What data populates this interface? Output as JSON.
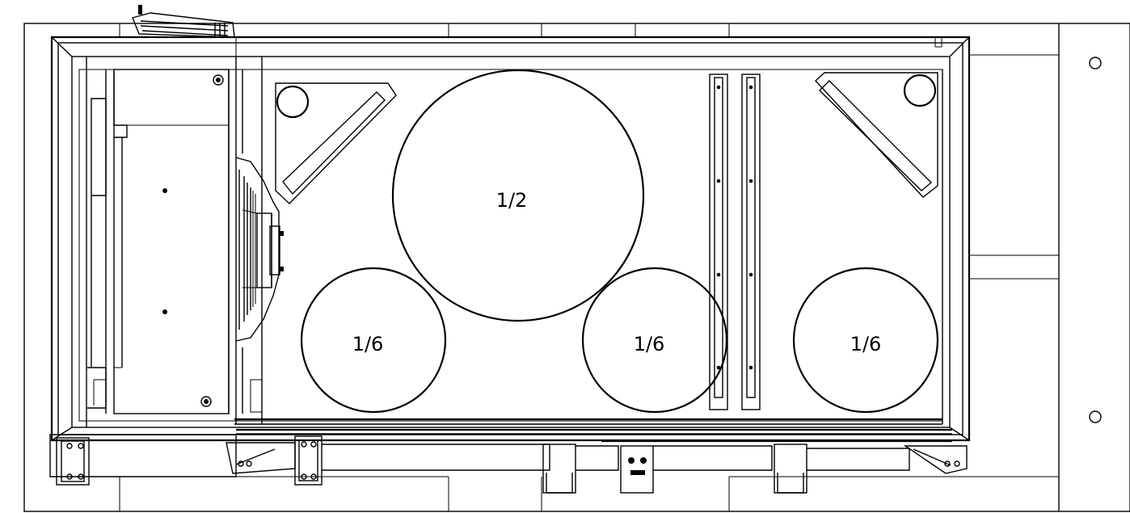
{
  "diagram": {
    "labels": {
      "large_circle": "1/2",
      "small_circle_left": "1/6",
      "small_circle_middle": "1/6",
      "small_circle_right": "1/6"
    }
  }
}
